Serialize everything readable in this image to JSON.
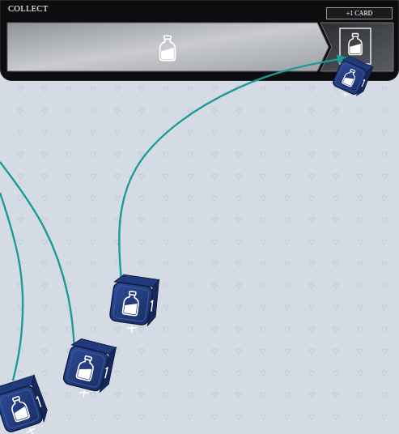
{
  "diagram": {
    "nodes": [
      {
        "text": [
          "COLLECT"
        ]
      },
      {
        "text": [
          "+1 CARD"
        ],
        "in": 0
      }
    ]
  }
}
